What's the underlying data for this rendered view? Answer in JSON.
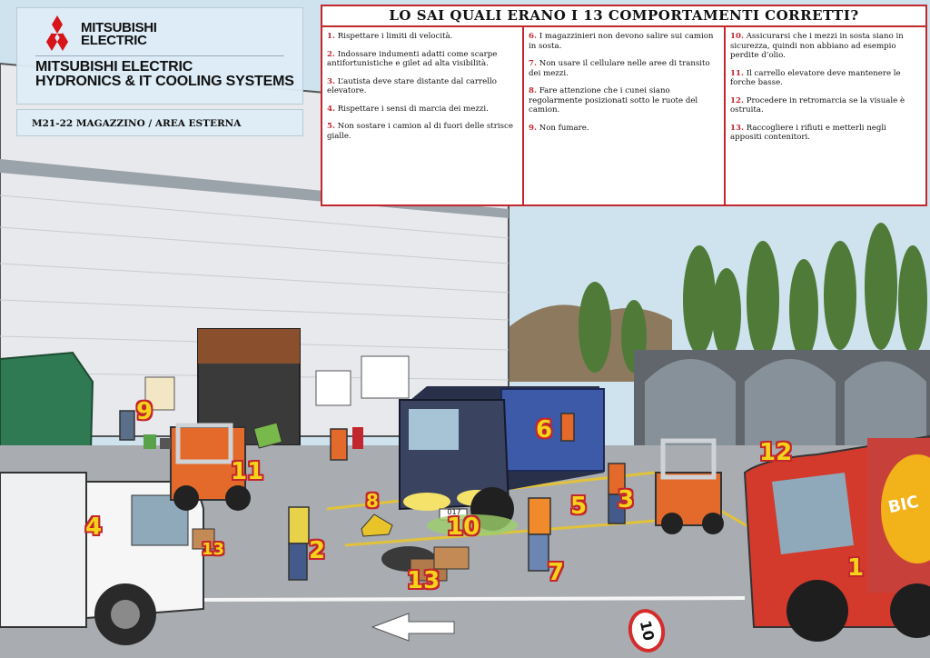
{
  "header": {
    "brand_line1": "MITSUBISHI",
    "brand_line2": "ELECTRIC",
    "division_line1": "MITSUBISHI ELECTRIC",
    "division_line2": "HYDRONICS & IT COOLING SYSTEMS",
    "area": "M21-22 MAGAZZINO / AREA ESTERNA"
  },
  "rules": {
    "title": "LO SAI QUALI ERANO I 13 COMPORTAMENTI CORRETTI?",
    "columns": [
      [
        {
          "num": "1.",
          "text": "Rispettare i limiti di velocità."
        },
        {
          "num": "2.",
          "text": "Indossare indumenti adatti come scarpe antifortunistiche e gilet ad alta visibilità."
        },
        {
          "num": "3.",
          "text": "L’autista deve stare distante dal carrello elevatore."
        },
        {
          "num": "4.",
          "text": "Rispettare i sensi di marcia dei mezzi."
        },
        {
          "num": "5.",
          "text": "Non sostare i camion al di fuori delle strisce gialle."
        }
      ],
      [
        {
          "num": "6.",
          "text": "I magazzinieri non devono salire sui camion in sosta."
        },
        {
          "num": "7.",
          "text": "Non usare il cellulare nelle aree di transito dei mezzi."
        },
        {
          "num": "8.",
          "text": "Fare attenzione che i cunei siano regolarmente posizionati sotto le ruote del camion."
        },
        {
          "num": "9.",
          "text": "Non fumare."
        }
      ],
      [
        {
          "num": "10.",
          "text": "Assicurarsi che i mezzi in sosta siano in sicurezza, quindi non abbiano ad esempio perdite d’olio."
        },
        {
          "num": "11.",
          "text": "Il carrello elevatore deve mantenere le forche basse."
        },
        {
          "num": "12.",
          "text": "Procedere in retromarcia se la visuale è ostruita."
        },
        {
          "num": "13.",
          "text": "Raccogliere i rifiuti e metterli negli appositi contenitori."
        }
      ]
    ]
  },
  "scene": {
    "markers": [
      "9",
      "11",
      "8",
      "6",
      "5",
      "3",
      "4",
      "13",
      "2",
      "10",
      "13",
      "7",
      "12",
      "1"
    ],
    "truck_plate": "017",
    "floor_sign": "10",
    "trailer_text": "BIC"
  },
  "colors": {
    "accent_red": "#c2272d",
    "marker_yellow": "#f6d21a"
  }
}
